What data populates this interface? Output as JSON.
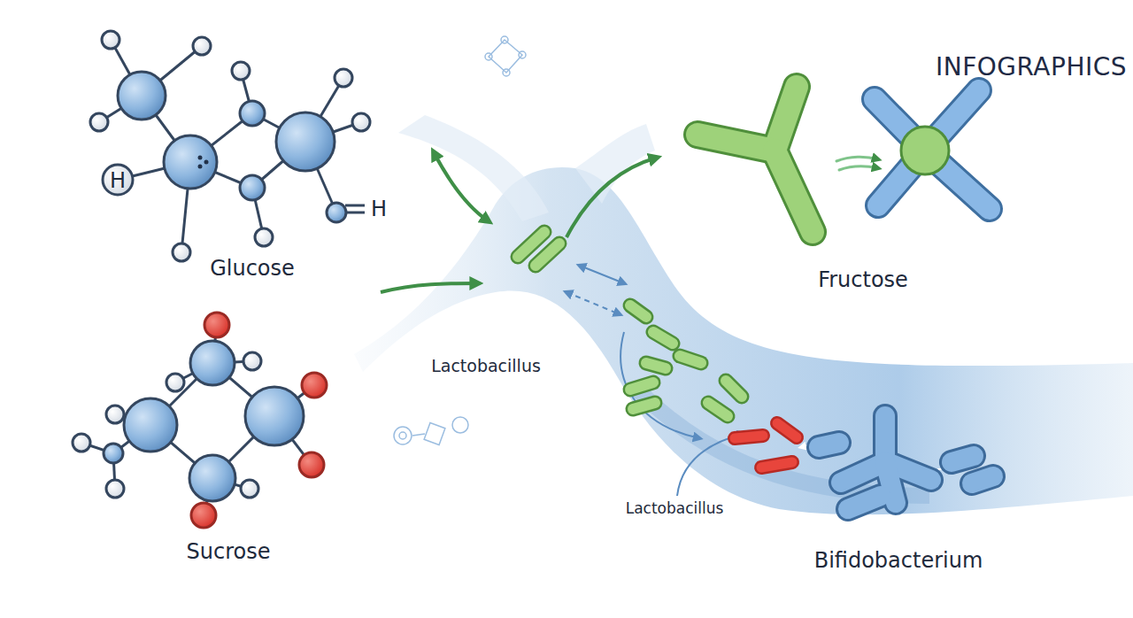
{
  "diagram": {
    "title": "INFOGRAPHICS",
    "nodes": [
      {
        "text": [
          "Glucose"
        ]
      },
      {
        "text": [
          "Fructose"
        ]
      },
      {
        "text": [
          "Sucrose"
        ]
      },
      {
        "text": [
          "Bifidobacterium"
        ]
      }
    ],
    "labels": [
      "H",
      "H",
      "Lactobacillus",
      "Lactobacillus"
    ]
  }
}
